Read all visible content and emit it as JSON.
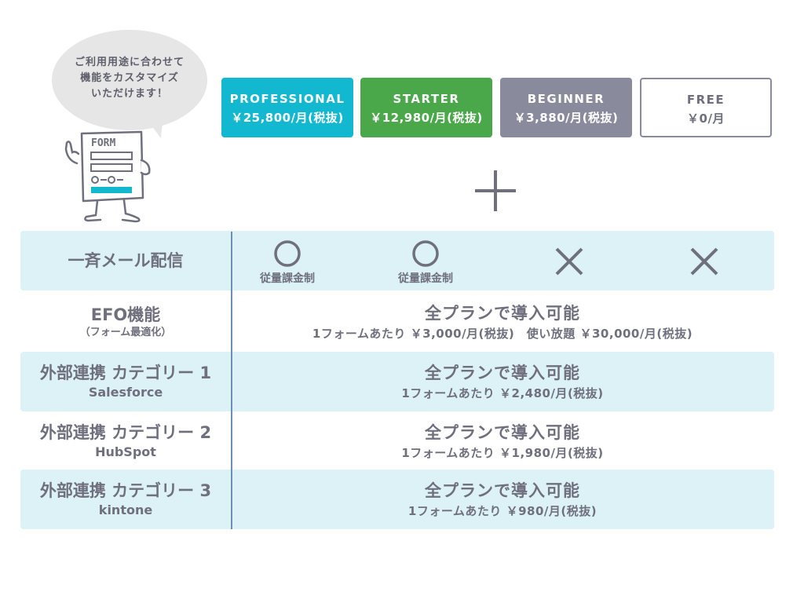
{
  "mascot": {
    "bubble_lines": [
      "ご利用用途に合わせて",
      "機能をカスタマイズ",
      "いただけます！"
    ],
    "form_text": "FORM"
  },
  "plans": [
    {
      "name": "PROFESSIONAL",
      "price": "￥25,800/月(税抜)",
      "color": "#12b8cf"
    },
    {
      "name": "STARTER",
      "price": "￥12,980/月(税抜)",
      "color": "#4aa84a"
    },
    {
      "name": "BEGINNER",
      "price": "￥3,880/月(税抜)",
      "color": "#8a8a9d"
    },
    {
      "name": "FREE",
      "price": "￥0/月",
      "color": "#ffffff"
    }
  ],
  "plus_icon": "plus-icon",
  "rows": {
    "mail": {
      "label": "一斉メール配信",
      "marks": [
        {
          "icon": "circle-icon",
          "caption": "従量課金制"
        },
        {
          "icon": "circle-icon",
          "caption": "従量課金制"
        },
        {
          "icon": "cross-icon",
          "caption": ""
        },
        {
          "icon": "cross-icon",
          "caption": ""
        }
      ]
    },
    "efo": {
      "label": "EFO機能",
      "note": "（フォーム最適化）",
      "headline": "全プランで導入可能",
      "detail": "1フォームあたり ￥3,000/月(税抜)　使い放題 ￥30,000/月(税抜)"
    },
    "ext1": {
      "label": "外部連携 カテゴリー 1",
      "sub": "Salesforce",
      "headline": "全プランで導入可能",
      "detail": "1フォームあたり ￥2,480/月(税抜)"
    },
    "ext2": {
      "label": "外部連携 カテゴリー 2",
      "sub": "HubSpot",
      "headline": "全プランで導入可能",
      "detail": "1フォームあたり ￥1,980/月(税抜)"
    },
    "ext3": {
      "label": "外部連携 カテゴリー 3",
      "sub": "kintone",
      "headline": "全プランで導入可能",
      "detail": "1フォームあたり ￥980/月(税抜)"
    }
  },
  "colors": {
    "row_shade": "#dcf2f7",
    "divider": "#6e8fb2",
    "text": "#6f6f7e"
  }
}
